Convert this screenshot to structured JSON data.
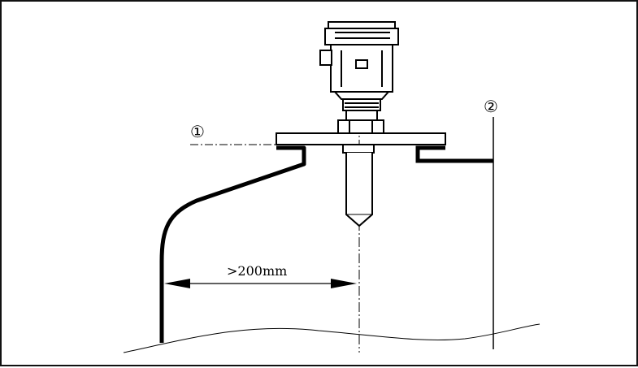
{
  "diagram": {
    "markers": {
      "one": "①",
      "two": "②"
    },
    "dimension_label": ">200mm"
  }
}
